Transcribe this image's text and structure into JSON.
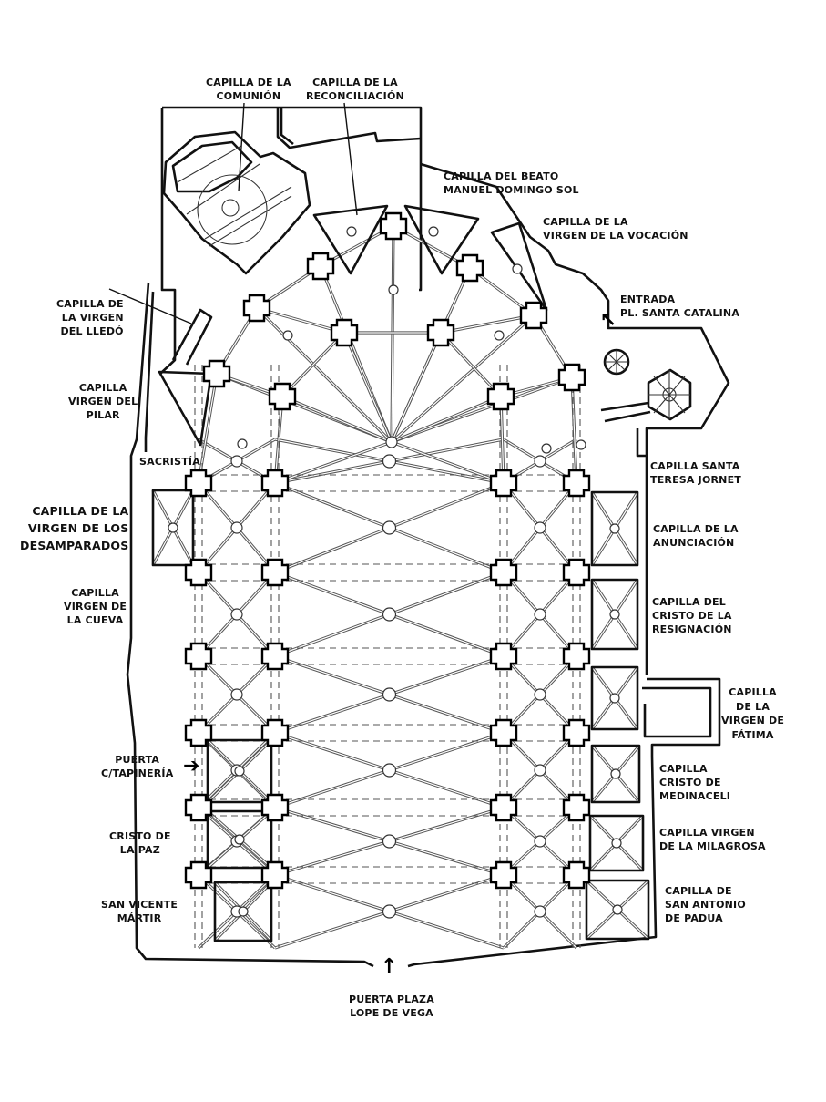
{
  "title": "Floor plan of church with chapels",
  "labels": {
    "comunion": [
      "CAPILLA DE LA",
      "COMUNIÓN"
    ],
    "reconciliacion": [
      "CAPILLA DE LA",
      "RECONCILIACIÓN"
    ],
    "beato": [
      "CAPILLA DEL BEATO",
      "MANUEL DOMINGO SOL"
    ],
    "vocacion": [
      "CAPILLA DE LA",
      "VIRGEN DE LA VOCACIÓN"
    ],
    "entrada": [
      "ENTRADA",
      "PL. SANTA CATALINA"
    ],
    "lledo": [
      "CAPILLA DE",
      "LA VIRGEN",
      "DEL LLEDÓ"
    ],
    "pilar": [
      "CAPILLA",
      "VIRGEN DEL",
      "PILAR"
    ],
    "sacristia": [
      "SACRISTÍA"
    ],
    "desamparados": [
      "CAPILLA DE LA",
      "VIRGEN DE LOS",
      "DESAMPARADOS"
    ],
    "cueva": [
      "CAPILLA",
      "VIRGEN DE",
      "LA CUEVA"
    ],
    "tapineria": [
      "PUERTA",
      "C/TAPINERÍA"
    ],
    "paz": [
      "CRISTO DE",
      "LA PAZ"
    ],
    "vicente": [
      "SAN VICENTE",
      "MÁRTIR"
    ],
    "lope": [
      "PUERTA PLAZA",
      "LOPE DE VEGA"
    ],
    "teresa": [
      "CAPILLA SANTA",
      "TERESA JORNET"
    ],
    "anunciacion": [
      "CAPILLA DE LA",
      "ANUNCIACIÓN"
    ],
    "resignacion": [
      "CAPILLA DEL",
      "CRISTO DE LA",
      "RESIGNACIÓN"
    ],
    "fatima": [
      "CAPILLA",
      "DE LA",
      "VIRGEN DE",
      "FÁTIMA"
    ],
    "medinaceli": [
      "CAPILLA",
      "CRISTO DE",
      "MEDINACELI"
    ],
    "milagrosa": [
      "CAPILLA VIRGEN",
      "DE LA MILAGROSA"
    ],
    "padua": [
      "CAPILLA DE",
      "SAN ANTONIO",
      "DE PADUA"
    ]
  },
  "arrows": {
    "entrada": "➘",
    "tapineria": "➔",
    "lope": "🡅"
  },
  "icons": {
    "entrance_arrow": "arrow-icon"
  }
}
